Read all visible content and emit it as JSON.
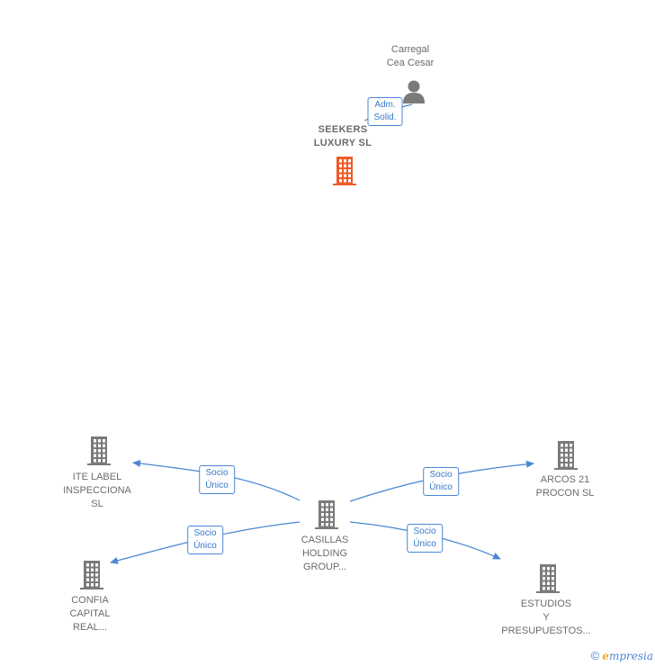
{
  "nodes": {
    "carregal": {
      "lines": [
        "Carregal",
        "Cea Cesar"
      ],
      "kind": "person"
    },
    "seekers": {
      "lines": [
        "SEEKERS",
        "LUXURY  SL"
      ],
      "kind": "company-main"
    },
    "casillas": {
      "lines": [
        "CASILLAS",
        "HOLDING",
        "GROUP..."
      ],
      "kind": "company"
    },
    "ite": {
      "lines": [
        "ITE LABEL",
        "INSPECCIONA",
        "SL"
      ],
      "kind": "company"
    },
    "arcos": {
      "lines": [
        "ARCOS 21",
        "PROCON  SL"
      ],
      "kind": "company"
    },
    "confia": {
      "lines": [
        "CONFIA",
        "CAPITAL",
        "REAL..."
      ],
      "kind": "company"
    },
    "estudios": {
      "lines": [
        "ESTUDIOS",
        "Y",
        "PRESUPUESTOS..."
      ],
      "kind": "company"
    }
  },
  "edges": [
    {
      "from": "carregal",
      "to": "seekers",
      "label": [
        "Adm.",
        "Solid."
      ]
    },
    {
      "from": "casillas",
      "to": "ite",
      "label": [
        "Socio",
        "Único"
      ]
    },
    {
      "from": "casillas",
      "to": "arcos",
      "label": [
        "Socio",
        "Único"
      ]
    },
    {
      "from": "casillas",
      "to": "confia",
      "label": [
        "Socio",
        "Único"
      ]
    },
    {
      "from": "casillas",
      "to": "estudios",
      "label": [
        "Socio",
        "Único"
      ]
    }
  ],
  "colors": {
    "accent": "#4a86d4",
    "main_company": "#f05a28",
    "company": "#7a7a7a",
    "text": "#6b6b6b"
  },
  "brand": {
    "copyright": "©",
    "name": "mpresia",
    "initial": "e"
  }
}
